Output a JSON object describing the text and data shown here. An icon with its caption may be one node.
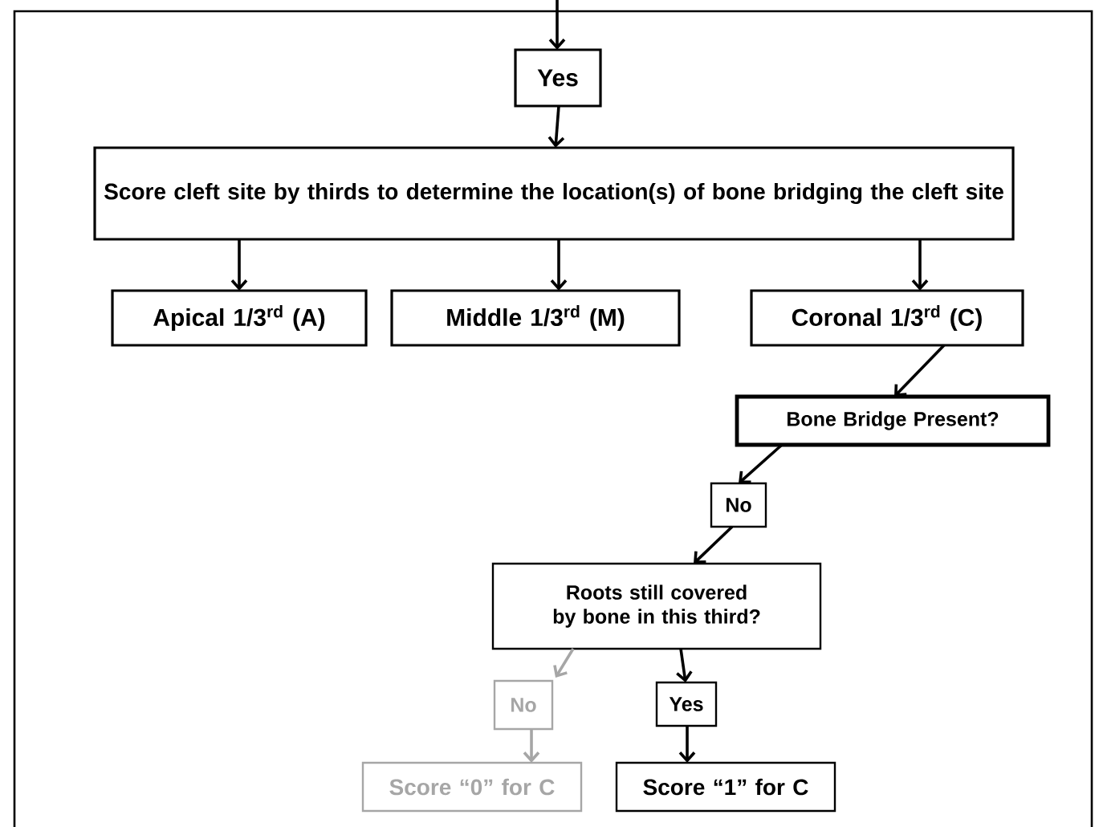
{
  "diagram": {
    "nodes": [
      {
        "text": [
          "Yes"
        ]
      },
      {
        "text": [
          "Score cleft site by thirds to determine the location(s) of bone bridging the cleft site"
        ]
      },
      {
        "text": [
          "Apical 1/3$^{rd}$ (A)"
        ]
      },
      {
        "text": [
          "Middle 1/3$^{rd}$ (M)"
        ]
      },
      {
        "text": [
          "Coronal 1/3$^{rd}$ (C)"
        ]
      },
      {
        "text": [
          "Bone Bridge Present?"
        ]
      },
      {
        "text": [
          "No"
        ]
      },
      {
        "text": [
          "Roots still covered by bone in this third?"
        ]
      },
      {
        "text": [
          "No"
        ]
      },
      {
        "text": [
          "Yes"
        ]
      },
      {
        "text": [
          "Score “0” for C"
        ]
      },
      {
        "text": [
          "Score “1” for C"
        ]
      }
    ],
    "edges": [
      {
        "from": null,
        "to": 0,
        "arrow": "to"
      },
      {
        "from": 0,
        "to": 1,
        "arrow": "to"
      },
      {
        "from": 1,
        "to": 2,
        "arrow": "to"
      },
      {
        "from": 1,
        "to": 3,
        "arrow": "to"
      },
      {
        "from": 1,
        "to": 4,
        "arrow": "to"
      },
      {
        "from": 4,
        "to": 5,
        "arrow": "to"
      },
      {
        "from": 5,
        "to": 6,
        "arrow": "to"
      },
      {
        "from": 6,
        "to": 7,
        "arrow": "to"
      },
      {
        "from": 7,
        "to": 8,
        "arrow": "to",
        "color": "#a6a6a6"
      },
      {
        "from": 7,
        "to": 9,
        "arrow": "to"
      },
      {
        "from": 8,
        "to": 10,
        "arrow": "to",
        "color": "#a6a6a6"
      },
      {
        "from": 9,
        "to": 11,
        "arrow": "to"
      }
    ]
  }
}
